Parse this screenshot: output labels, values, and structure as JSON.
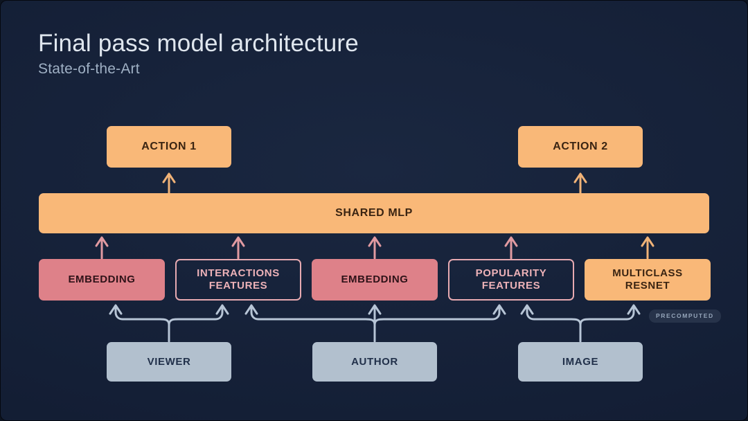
{
  "slide": {
    "background_color": "#16213a",
    "title": "Final pass model architecture",
    "subtitle": "State-of-the-Art"
  },
  "palette": {
    "orange": "#f9b878",
    "pink_fill": "#de8189",
    "pink_outline": "#e7aab1",
    "slate_source": "#b2c0ce",
    "connector_blue": "#b7c5d6",
    "connector_pink": "#e19aa1",
    "background": "#16213a"
  },
  "diagram": {
    "type": "flow-architecture",
    "layers": {
      "outputs": [
        {
          "id": "action-1",
          "label": "ACTION 1",
          "style": "orange-filled"
        },
        {
          "id": "action-2",
          "label": "ACTION 2",
          "style": "orange-filled"
        }
      ],
      "shared": {
        "id": "shared-mlp",
        "label": "SHARED MLP",
        "style": "orange-filled"
      },
      "features": [
        {
          "id": "embedding-viewer",
          "label": "EMBEDDING",
          "style": "pink-filled"
        },
        {
          "id": "interactions-features",
          "label": "INTERACTIONS\nFEATURES",
          "line1": "INTERACTIONS",
          "line2": "FEATURES",
          "style": "pink-outline"
        },
        {
          "id": "embedding-author",
          "label": "EMBEDDING",
          "style": "pink-filled"
        },
        {
          "id": "popularity-features",
          "label": "POPULARITY\nFEATURES",
          "line1": "POPULARITY",
          "line2": "FEATURES",
          "style": "pink-outline"
        },
        {
          "id": "multiclass-resnet",
          "label": "MULTICLASS\nRESNET",
          "line1": "MULTICLASS",
          "line2": "RESNET",
          "style": "orange-filled"
        }
      ],
      "sources": [
        {
          "id": "viewer",
          "label": "VIEWER",
          "style": "slate-filled"
        },
        {
          "id": "author",
          "label": "AUTHOR",
          "style": "slate-filled"
        },
        {
          "id": "image",
          "label": "IMAGE",
          "style": "slate-filled"
        }
      ]
    },
    "badges": [
      {
        "id": "precomputed",
        "label": "PRECOMPUTED",
        "attached_to": "multiclass-resnet"
      }
    ],
    "edges": [
      {
        "from": "shared-mlp",
        "to": "action-1",
        "color": "#f9b878"
      },
      {
        "from": "shared-mlp",
        "to": "action-2",
        "color": "#f9b878"
      },
      {
        "from": "embedding-viewer",
        "to": "shared-mlp",
        "color": "#e19aa1"
      },
      {
        "from": "interactions-features",
        "to": "shared-mlp",
        "color": "#e19aa1"
      },
      {
        "from": "embedding-author",
        "to": "shared-mlp",
        "color": "#e19aa1"
      },
      {
        "from": "popularity-features",
        "to": "shared-mlp",
        "color": "#e19aa1"
      },
      {
        "from": "multiclass-resnet",
        "to": "shared-mlp",
        "color": "#f9b878"
      },
      {
        "from": "viewer",
        "to": "embedding-viewer",
        "color": "#b7c5d6"
      },
      {
        "from": "viewer",
        "to": "interactions-features",
        "color": "#b7c5d6"
      },
      {
        "from": "author",
        "to": "interactions-features",
        "color": "#b7c5d6"
      },
      {
        "from": "author",
        "to": "embedding-author",
        "color": "#b7c5d6"
      },
      {
        "from": "author",
        "to": "popularity-features",
        "color": "#b7c5d6"
      },
      {
        "from": "image",
        "to": "popularity-features",
        "color": "#b7c5d6"
      },
      {
        "from": "image",
        "to": "multiclass-resnet",
        "color": "#b7c5d6"
      }
    ]
  }
}
